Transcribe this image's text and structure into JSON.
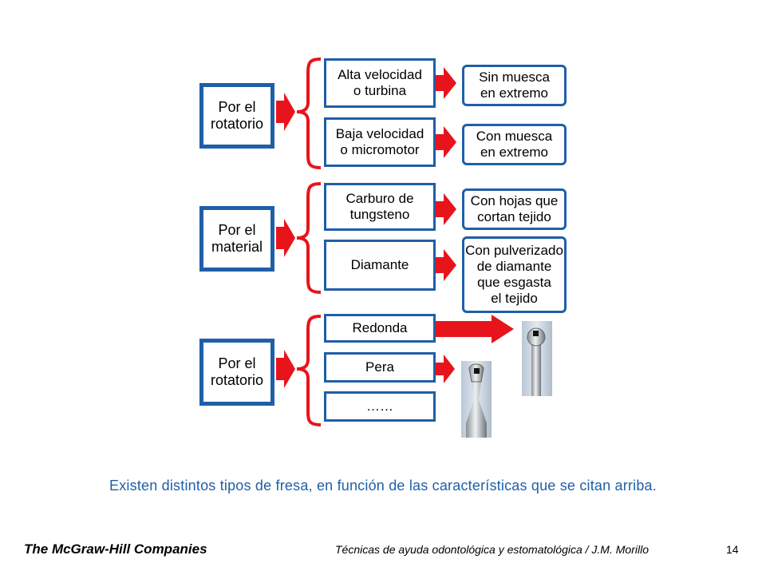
{
  "groups": [
    {
      "category": "Por el\nrotatorio",
      "options": [
        {
          "label": "Alta velocidad\no turbina",
          "result": "Sin muesca\nen extremo"
        },
        {
          "label": "Baja velocidad\no micromotor",
          "result": "Con muesca\nen extremo"
        }
      ]
    },
    {
      "category": "Por el\nmaterial",
      "options": [
        {
          "label": "Carburo de\ntungsteno",
          "result": "Con hojas que\ncortan tejido"
        },
        {
          "label": "Diamante",
          "result": "Con pulverizado\nde diamante\nque esgasta\nel tejido"
        }
      ]
    },
    {
      "category": "Por el\nrotatorio",
      "options": [
        {
          "label": "Redonda",
          "image": "round-bur-image"
        },
        {
          "label": "Pera",
          "image": "pear-bur-image"
        },
        {
          "label": "……"
        }
      ]
    }
  ],
  "caption": "Existen distintos tipos de fresa, en función de las características que se citan arriba.",
  "footer": {
    "company": "The McGraw-Hill Companies",
    "book": "Técnicas de ayuda odontológica y estomatológica / J.M. Morillo",
    "page": "14"
  },
  "colors": {
    "box_border": "#1f5fa8",
    "arrow": "#e8141b",
    "brace": "#e8141b",
    "caption": "#1f5fa8"
  }
}
